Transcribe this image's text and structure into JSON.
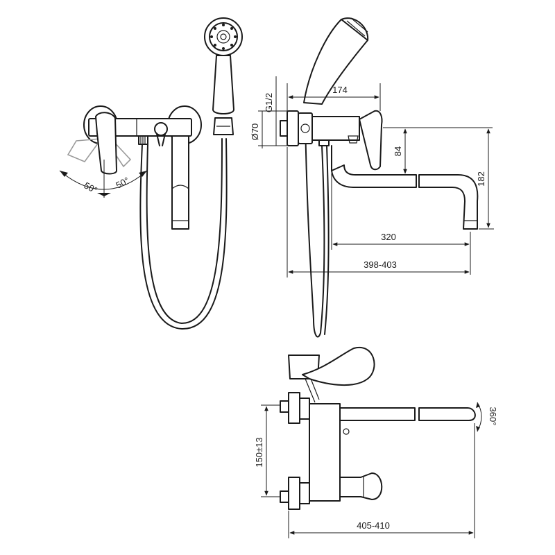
{
  "dimensions": {
    "thread": "G1/2",
    "flange_diameter": "Ø70",
    "projection_body": "174",
    "spout_drop": "84",
    "total_height": "182",
    "spout_reach": "320",
    "overall_length_side": "398-403",
    "lever_angle_left": "50°",
    "lever_angle_right": "50°",
    "centers": "150±13",
    "overall_length_top": "405-410",
    "spout_rotation": "360°"
  }
}
